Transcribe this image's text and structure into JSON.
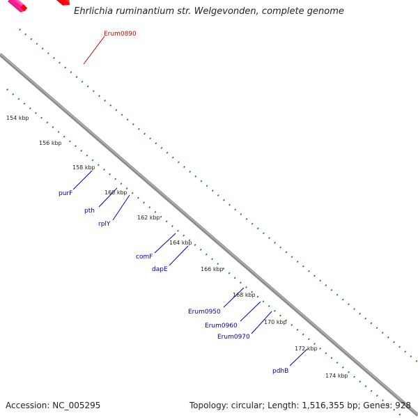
{
  "title": "Ehrlichia ruminantium str. Welgevonden, complete genome",
  "accession": "Accession: NC_005295",
  "summary": "Topology: circular; Length: 1,516,355 bp; Genes: 928",
  "ticks": [
    "154 kbp",
    "156 kbp",
    "158 kbp",
    "160 kbp",
    "162 kbp",
    "164 kbp",
    "166 kbp",
    "168 kbp",
    "170 kbp",
    "172 kbp",
    "174 kbp"
  ],
  "gene_labels": [
    "Erum0890",
    "purF",
    "pth",
    "rplY",
    "comF",
    "dapE",
    "Erum0950",
    "Erum0960",
    "Erum0970",
    "pdhB"
  ],
  "colors": {
    "backbone": "#8a8a8a",
    "gc_dots": "#1a7a1a",
    "red": "#ff0000",
    "blue": "#0000ee",
    "cyan": "#00ccff",
    "salmon": "#ee7777",
    "grey": "#cccccc",
    "olive": "#bdb76b",
    "steel": "#4682b4",
    "indigo": "#483d8b",
    "dark": "#555555",
    "magenta": "#ff1493",
    "label_blue": "#0000aa",
    "label_red": "#cc0000"
  }
}
